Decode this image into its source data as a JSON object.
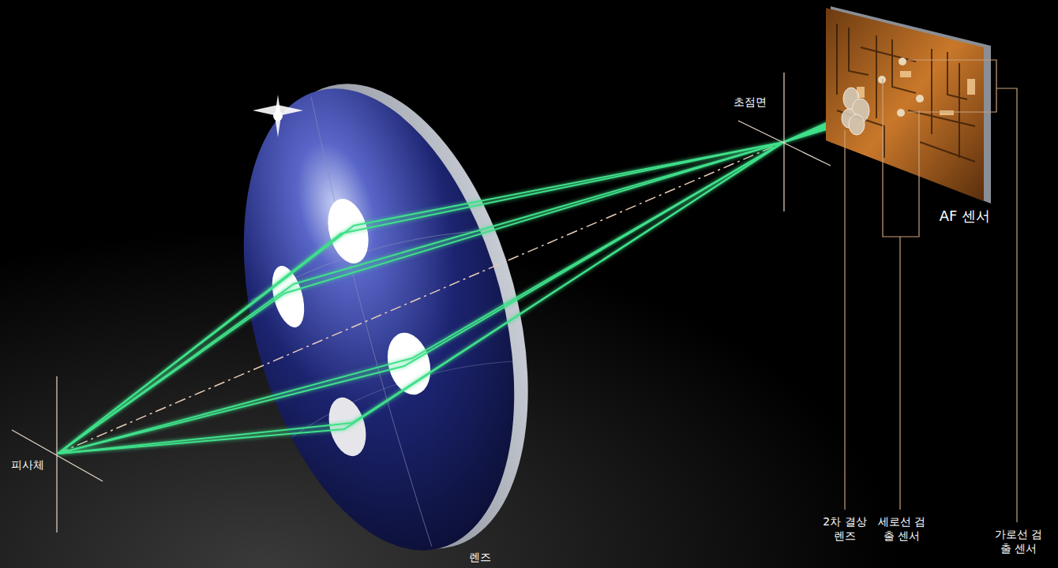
{
  "diagram": {
    "labels": [
      "초점면",
      "AF 센서",
      "피사체",
      "렌즈",
      "2차 결상 렌즈",
      "세로선 검출 센서",
      "가로선 검출 센서"
    ]
  }
}
